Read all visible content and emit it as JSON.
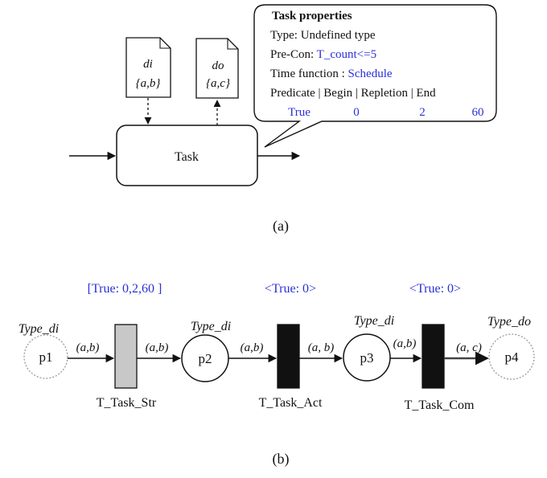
{
  "colors": {
    "ink": "#111111",
    "blue": "#2a2fd8",
    "gray_transition": "#c8c8c8",
    "dashed_place": "#9a9a9a"
  },
  "part_a": {
    "caption": "(a)",
    "task_label": "Task",
    "input_doc": {
      "name": "di",
      "set": "{a,b}"
    },
    "output_doc": {
      "name": "do",
      "set": "{a,c}"
    },
    "callout": {
      "title": "Task properties",
      "type_line": "Type: Undefined type",
      "precon_label": "Pre-Con: ",
      "precon_value": "T_count<=5",
      "timefn_label": "Time function : ",
      "timefn_value": "Schedule",
      "header_row": "Predicate | Begin | Repletion | End",
      "values": {
        "predicate": "True",
        "begin": "0",
        "repletion": "2",
        "end": "60"
      }
    }
  },
  "part_b": {
    "caption": "(b)",
    "guards": [
      "[True: 0,2,60 ]",
      "<True: 0>",
      "<True: 0>"
    ],
    "places": [
      {
        "label": "p1",
        "type": "Type_di"
      },
      {
        "label": "p2",
        "type": "Type_di"
      },
      {
        "label": "p3",
        "type": "Type_di"
      },
      {
        "label": "p4",
        "type": "Type_do"
      }
    ],
    "transitions": [
      "T_Task_Str",
      "T_Task_Act",
      "T_Task_Com"
    ],
    "arcs": [
      "(a,b)",
      "(a,b)",
      "(a,b)",
      "(a, b)",
      "(a,b)",
      "(a, c)"
    ]
  }
}
